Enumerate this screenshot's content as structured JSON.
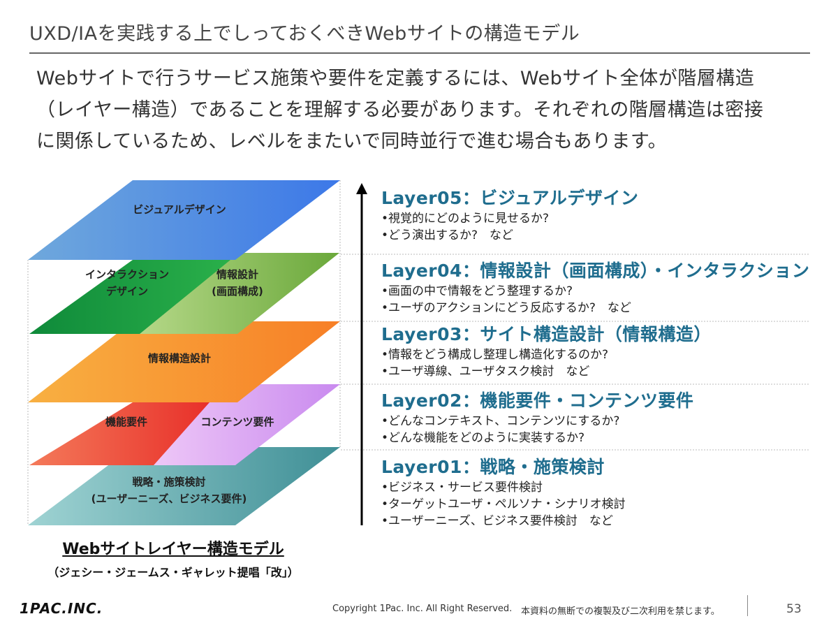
{
  "slide": {
    "title": "UXD/IAを実践する上でしっておくべきWebサイトの構造モデル",
    "intro_lines": [
      "Webサイトで行うサービス施策や要件を定義するには、Webサイト全体が階層構造",
      "（レイヤー構造）であることを理解する必要があります。それぞれの階層構造は密接",
      "に関係しているため、レベルをまたいで同時並行で進む場合もあります。"
    ]
  },
  "diagram": {
    "planes": {
      "visual": "ビジュアルデザイン",
      "interaction_1": "インタラクション",
      "interaction_2": "デザイン",
      "info_design_1": "情報設計",
      "info_design_2": "(画面構成)",
      "info_arch": "情報構造設計",
      "function": "機能要件",
      "content": "コンテンツ要件",
      "strategy_1": "戦略・施策検討",
      "strategy_2": "(ユーザーニーズ、ビジネス要件)"
    },
    "colors": {
      "visual": "#4a86e8",
      "interaction": "#1b9a3a",
      "info_design": "#8fbf4a",
      "info_arch": "#f59a32",
      "function": "#f04a3c",
      "content": "#e6a6f0",
      "strategy": "#5fb0b3"
    },
    "model_title": "Webサイトレイヤー構造モデル",
    "model_subtitle": "（ジェシー・ジェームス・ギャレット提唱「改」）"
  },
  "layers": [
    {
      "head": "Layer05：ビジュアルデザイン",
      "items": [
        "•視覚的にどのように見せるか?",
        "•どう演出するか?　など"
      ]
    },
    {
      "head": "Layer04：情報設計（画面構成）・インタラクション",
      "items": [
        "•画面の中で情報をどう整理するか?",
        "•ユーザのアクションにどう反応するか?　など"
      ]
    },
    {
      "head": "Layer03：サイト構造設計（情報構造）",
      "items": [
        "•情報をどう構成し整理し構造化するのか?",
        "•ユーザ導線、ユーザタスク検討　など"
      ]
    },
    {
      "head": "Layer02：機能要件・コンテンツ要件",
      "items": [
        "•どんなコンテキスト、コンテンツにするか?",
        "•どんな機能をどのように実装するか?"
      ]
    },
    {
      "head": "Layer01：戦略・施策検討",
      "items": [
        "•ビジネス・サービス要件検討",
        "•ターゲットユーザ・ペルソナ・シナリオ検討",
        "•ユーザーニーズ、ビジネス要件検討　など"
      ]
    }
  ],
  "footer": {
    "logo": "1PAC.INC.",
    "copyright": "Copyright 1Pac. Inc. All Right Reserved.",
    "notice": "本資料の無断での複製及び二次利用を禁じます。",
    "page_number": "53"
  }
}
